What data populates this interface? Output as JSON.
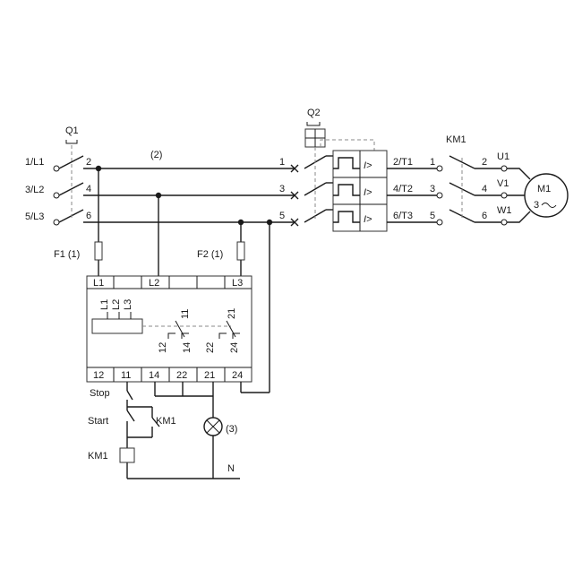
{
  "lines": {
    "l1": "1/L1",
    "l2": "3/L2",
    "l3": "5/L3"
  },
  "q1": {
    "label": "Q1",
    "t1": "2",
    "t2": "4",
    "t3": "6"
  },
  "note2": "(2)",
  "q2": {
    "label": "Q2",
    "in1": "1",
    "in2": "3",
    "in3": "5",
    "trip": "I>"
  },
  "outputs": {
    "t1": "2/T1",
    "t2": "4/T2",
    "t3": "6/T3",
    "n1": "1",
    "n2": "3",
    "n3": "5"
  },
  "km1": {
    "label": "KM1",
    "n1": "2",
    "n2": "4",
    "n3": "6"
  },
  "motor": {
    "label": "M1",
    "sub": "3",
    "u": "U1",
    "v": "V1",
    "w": "W1"
  },
  "fuses": {
    "f1": "F1 (1)",
    "f2": "F2 (1)"
  },
  "relay": {
    "top_terminals": [
      "L1",
      "L2",
      "L3"
    ],
    "coil_labels": [
      "L1",
      "L2",
      "L3"
    ],
    "contact_labels": [
      "11",
      "12",
      "14",
      "21",
      "22",
      "24"
    ],
    "bottom_terminals": [
      "12",
      "11",
      "14",
      "22",
      "21",
      "24"
    ]
  },
  "control": {
    "stop": "Stop",
    "start": "Start",
    "km1_contact": "KM1",
    "km1_coil": "KM1",
    "lamp": "(3)",
    "neutral": "N"
  }
}
